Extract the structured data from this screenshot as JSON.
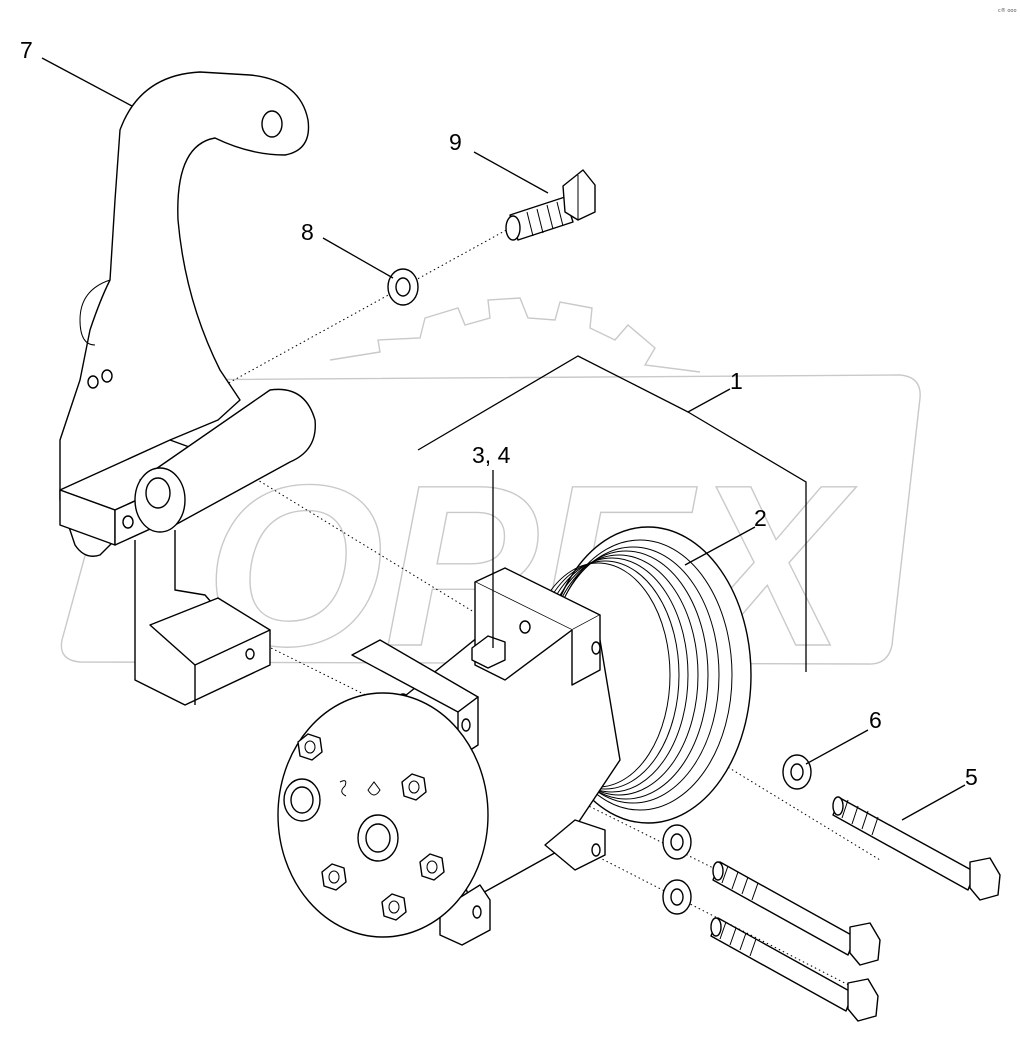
{
  "corner_mark": "c® ooo",
  "watermark_text": "OPEX",
  "callouts": [
    {
      "id": "7",
      "label": "7"
    },
    {
      "id": "9",
      "label": "9"
    },
    {
      "id": "8",
      "label": "8"
    },
    {
      "id": "1",
      "label": "1"
    },
    {
      "id": "3-4",
      "label": "3, 4"
    },
    {
      "id": "2",
      "label": "2"
    },
    {
      "id": "6",
      "label": "6"
    },
    {
      "id": "5",
      "label": "5"
    }
  ]
}
